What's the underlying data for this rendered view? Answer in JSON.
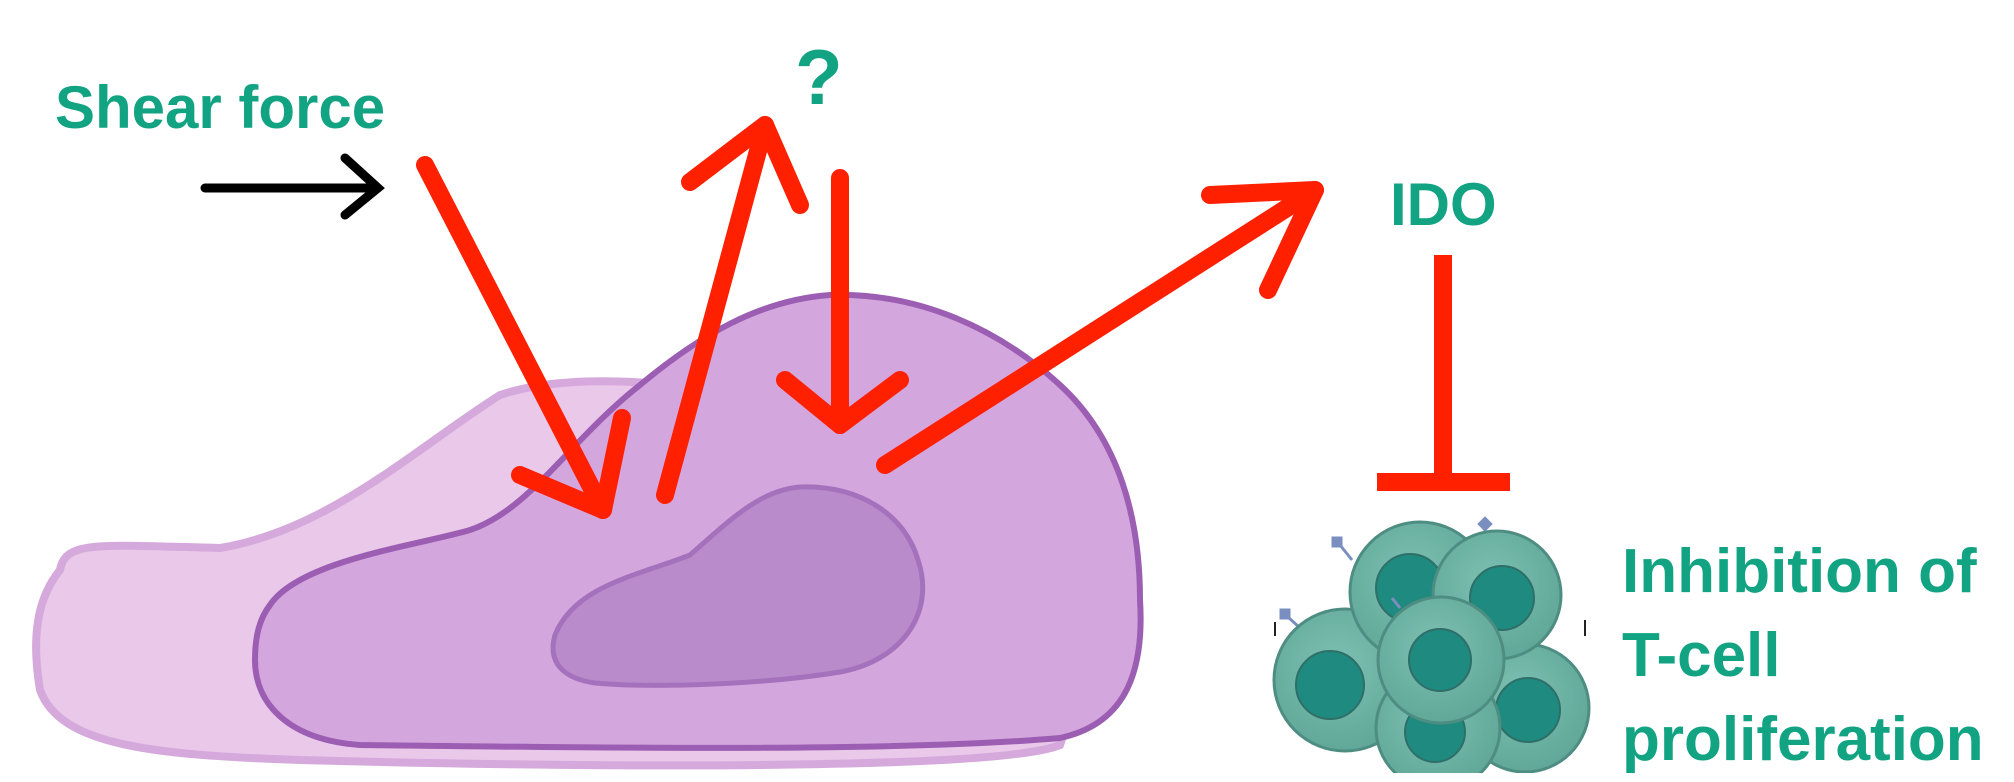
{
  "labels": {
    "shear_force": "Shear force",
    "question_mark": "?",
    "ido": "IDO",
    "inhibition_lines": [
      "Inhibition of",
      "T-cell",
      "proliferation"
    ]
  },
  "colors": {
    "label_green": "#12A383",
    "arrow_red": "#FF2000",
    "arrow_black": "#000000",
    "cell_body": "#D4A6DE",
    "cell_outline": "#9C5EB3",
    "cell_shadow": "#E9C8EA",
    "nucleus": "#B98BCB",
    "tcell_body": "#6EB4A6",
    "tcell_nucleus": "#1F8A7F",
    "tcell_outline": "#4E8D82"
  },
  "icons": [
    "endothelial-cell-icon",
    "t-cell-cluster-icon"
  ]
}
